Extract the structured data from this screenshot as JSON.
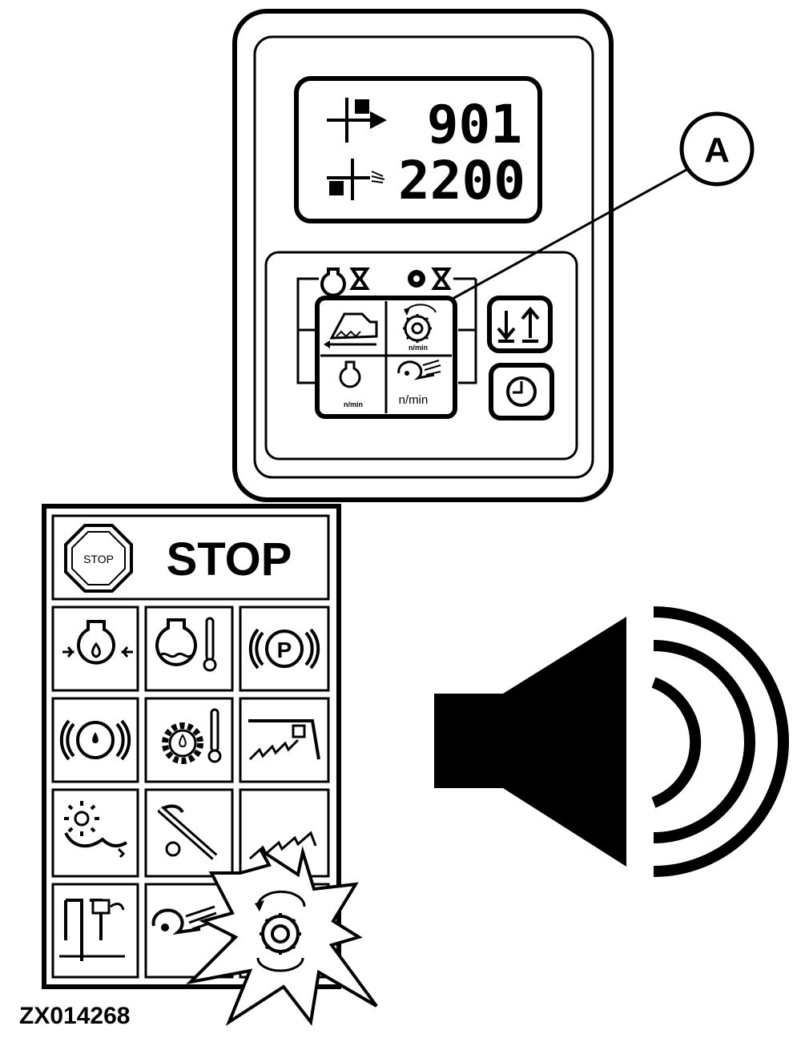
{
  "display": {
    "top_value": "901",
    "bottom_value": "2200"
  },
  "callout": {
    "label": "A"
  },
  "keypad": {
    "rpm_unit_engine": "n/min",
    "rpm_unit_cutter": "n/min",
    "rpm_unit_blower": "n/min"
  },
  "stop_panel": {
    "sign_text": "STOP",
    "title": "STOP",
    "parking_letter": "P"
  },
  "figure_id": "ZX014268",
  "colors": {
    "ink": "#000000",
    "paper": "#ffffff"
  }
}
